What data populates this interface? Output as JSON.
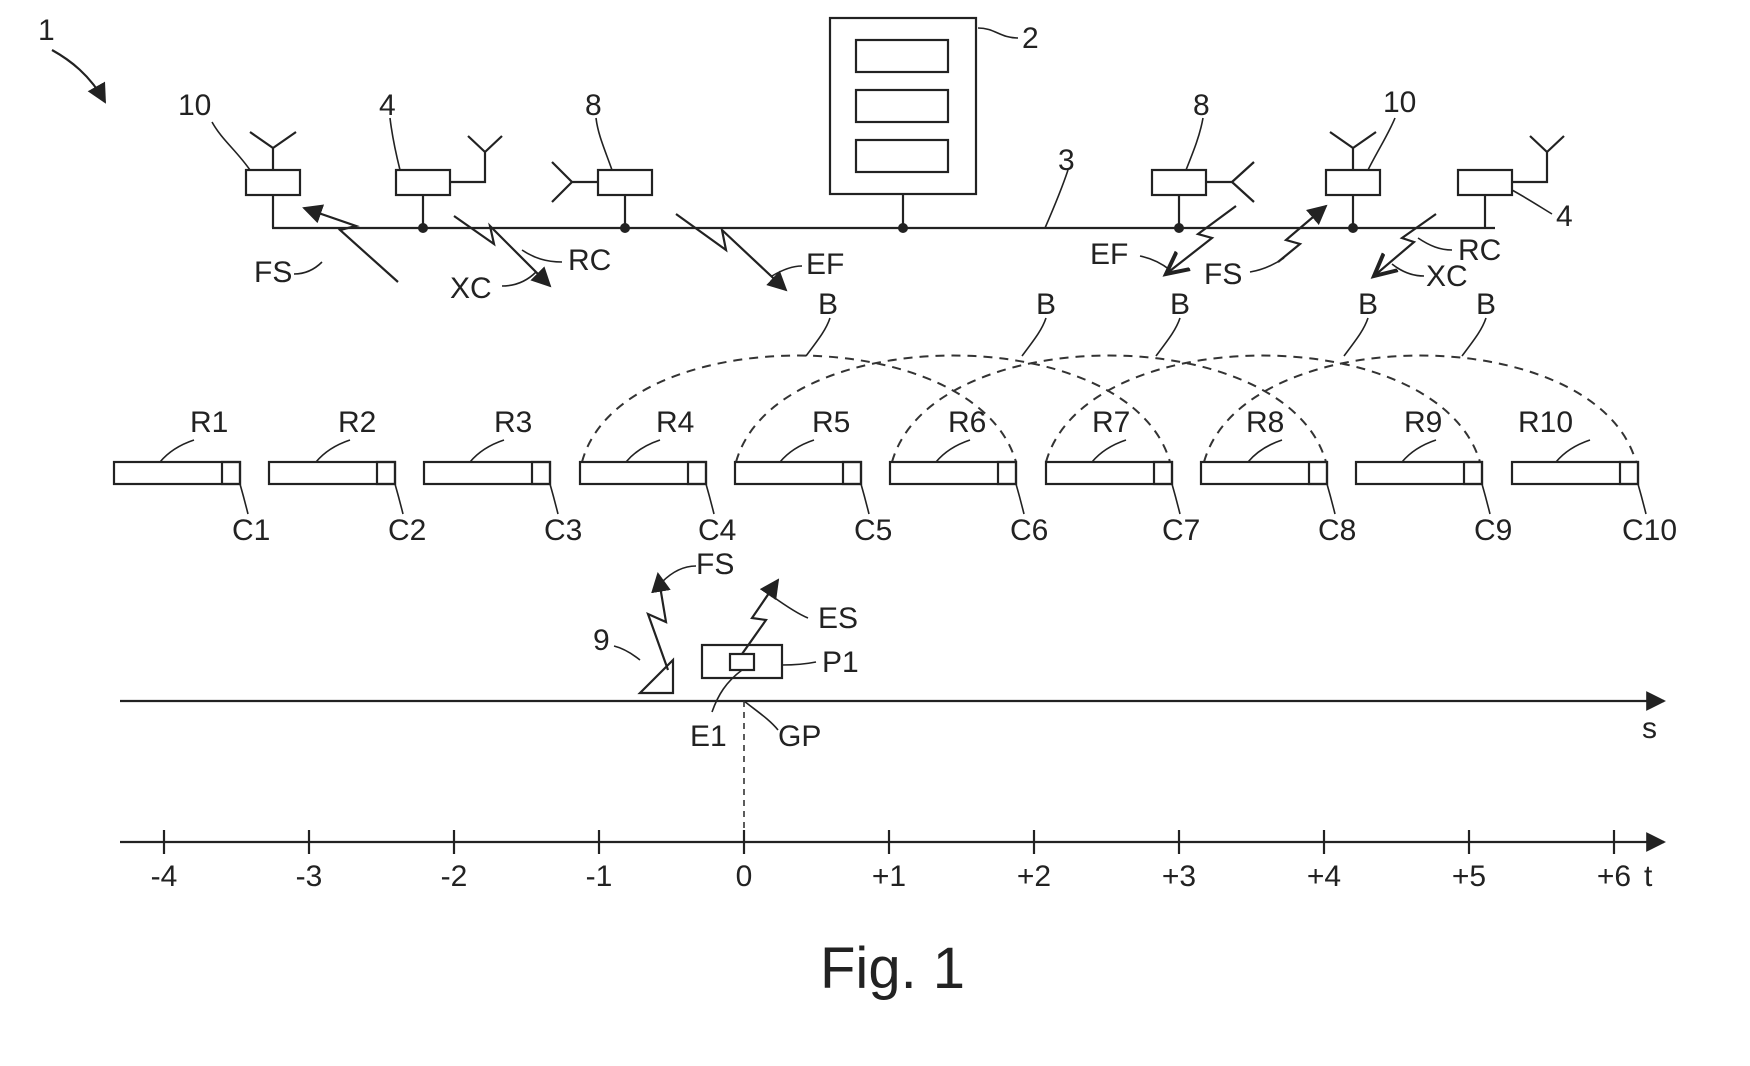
{
  "figure": {
    "caption": "Fig. 1",
    "system_ref": "1",
    "control_unit_ref": "2",
    "bus_ref": "3",
    "s_axis_label": "s",
    "t_axis_label": "t"
  },
  "stations": [
    {
      "ref": "10"
    },
    {
      "ref": "4"
    },
    {
      "ref": "8"
    },
    {
      "ref": "8"
    },
    {
      "ref": "10"
    },
    {
      "ref": "4"
    }
  ],
  "signals": {
    "fs": "FS",
    "xc": "XC",
    "rc": "RC",
    "ef": "EF",
    "es": "ES"
  },
  "coverage_label": "B",
  "receivers": [
    {
      "r": "R1",
      "c": "C1"
    },
    {
      "r": "R2",
      "c": "C2"
    },
    {
      "r": "R3",
      "c": "C3"
    },
    {
      "r": "R4",
      "c": "C4"
    },
    {
      "r": "R5",
      "c": "C5"
    },
    {
      "r": "R6",
      "c": "C6"
    },
    {
      "r": "R7",
      "c": "C7"
    },
    {
      "r": "R8",
      "c": "C8"
    },
    {
      "r": "R9",
      "c": "C9"
    },
    {
      "r": "R10",
      "c": "C10"
    }
  ],
  "ground": {
    "beacon_ref": "9",
    "target_label": "P1",
    "emitter_label": "E1",
    "point_label": "GP"
  },
  "t_ticks": [
    "-4",
    "-3",
    "-2",
    "-1",
    "0",
    "+1",
    "+2",
    "+3",
    "+4",
    "+5",
    "+6"
  ]
}
